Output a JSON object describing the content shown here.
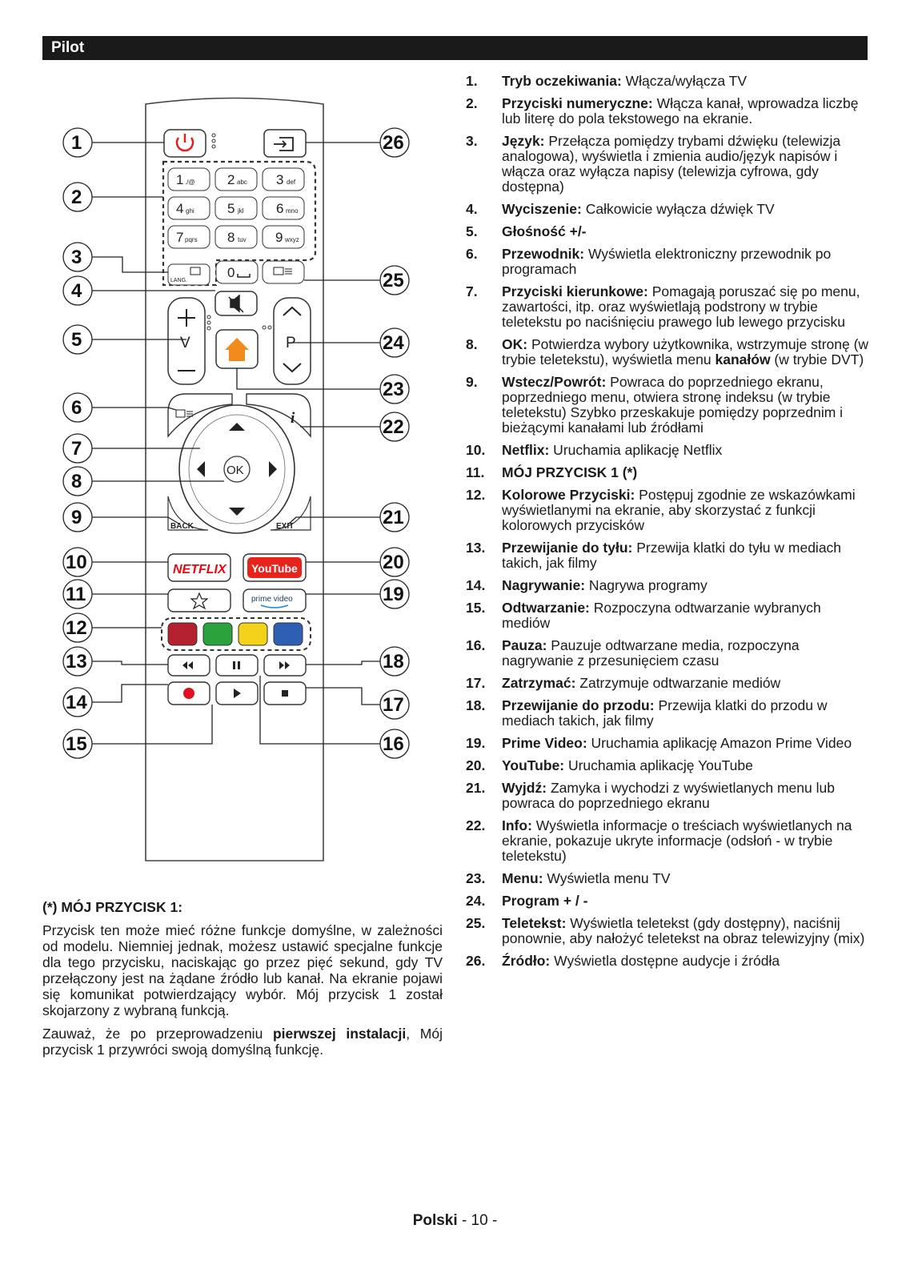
{
  "header": {
    "title": "Pilot"
  },
  "remote": {
    "callouts_left": [
      "1",
      "2",
      "3",
      "4",
      "5",
      "6",
      "7",
      "8",
      "9",
      "10",
      "11",
      "12",
      "13",
      "14",
      "15"
    ],
    "callouts_right": [
      "26",
      "25",
      "24",
      "23",
      "22",
      "21",
      "20",
      "19",
      "18",
      "17",
      "16"
    ],
    "keys": {
      "k1": "1",
      "k1s": "./@",
      "k2": "2",
      "k2s": "abc",
      "k3": "3",
      "k3s": "def",
      "k4": "4",
      "k4s": "ghi",
      "k5": "5",
      "k5s": "jkl",
      "k6": "6",
      "k6s": "mno",
      "k7": "7",
      "k7s": "pqrs",
      "k8": "8",
      "k8s": "tuv",
      "k9": "9",
      "k9s": "wxyz",
      "k0": "0",
      "lang": "LANG.",
      "vol_v": "V",
      "prog_p": "P",
      "ok": "OK",
      "back": "BACK",
      "exit": "EXIT",
      "netflix": "NETFLIX",
      "youtube": "YouTube",
      "prime": "prime video",
      "info": "i"
    },
    "colors": {
      "red": "#b5202e",
      "green": "#2ca23c",
      "yellow": "#f2d21b",
      "blue": "#2f5fb5",
      "power": "#e02020",
      "home": "#f28a1c",
      "record": "#e01020",
      "youtube": "#e8231c",
      "netflix": "#e50914"
    }
  },
  "items": [
    {
      "n": "1.",
      "title": "Tryb oczekiwania:",
      "text": " Włącza/wyłącza TV"
    },
    {
      "n": "2.",
      "title": "Przyciski numeryczne:",
      "text": " Włącza kanał, wprowadza liczbę lub literę do pola tekstowego na ekranie."
    },
    {
      "n": "3.",
      "title": "Język:",
      "text": " Przełącza pomiędzy trybami dźwięku (telewizja analogowa), wyświetla i zmienia audio/język napisów i włącza oraz wyłącza napisy (telewizja cyfrowa, gdy dostępna)"
    },
    {
      "n": "4.",
      "title": "Wyciszenie:",
      "text": " Całkowicie wyłącza dźwięk TV"
    },
    {
      "n": "5.",
      "title": "Głośność +/-",
      "text": ""
    },
    {
      "n": "6.",
      "title": "Przewodnik:",
      "text": " Wyświetla elektroniczny przewodnik po programach"
    },
    {
      "n": "7.",
      "title": "Przyciski kierunkowe:",
      "text": " Pomagają poruszać się po menu, zawartości, itp. oraz wyświetlają podstrony w trybie teletekstu po naciśnięciu prawego lub lewego przycisku"
    },
    {
      "n": "8.",
      "title": "OK:",
      "text": " Potwierdza wybory użytkownika, wstrzymuje stronę (w trybie teletekstu), wyświetla menu ",
      "title2": "kanałów",
      "text2": " (w trybie DVT)"
    },
    {
      "n": "9.",
      "title": "Wstecz/Powrót:",
      "text": " Powraca do poprzedniego ekranu, poprzedniego menu, otwiera stronę indeksu (w trybie teletekstu) Szybko przeskakuje pomiędzy poprzednim i bieżącymi kanałami lub źródłami"
    },
    {
      "n": "10.",
      "title": "Netflix:",
      "text": " Uruchamia aplikację Netflix"
    },
    {
      "n": "11.",
      "title": "MÓJ PRZYCISK 1 (*)",
      "text": ""
    },
    {
      "n": "12.",
      "title": "Kolorowe Przyciski:",
      "text": " Postępuj zgodnie ze wskazówkami wyświetlanymi na ekranie, aby skorzystać z funkcji kolorowych przycisków"
    },
    {
      "n": "13.",
      "title": "Przewijanie do tyłu:",
      "text": " Przewija klatki do tyłu w mediach takich, jak filmy"
    },
    {
      "n": "14.",
      "title": "Nagrywanie:",
      "text": " Nagrywa programy"
    },
    {
      "n": "15.",
      "title": "Odtwarzanie:",
      "text": " Rozpoczyna odtwarzanie wybranych mediów"
    },
    {
      "n": "16.",
      "title": "Pauza:",
      "text": " Pauzuje odtwarzane media, rozpoczyna nagrywanie z przesunięciem czasu"
    },
    {
      "n": "17.",
      "title": "Zatrzymać:",
      "text": " Zatrzymuje odtwarzanie mediów"
    },
    {
      "n": "18.",
      "title": "Przewijanie do przodu:",
      "text": " Przewija klatki do przodu w mediach takich, jak filmy"
    },
    {
      "n": "19.",
      "title": "Prime Video:",
      "text": " Uruchamia aplikację Amazon Prime Video"
    },
    {
      "n": "20.",
      "title": "YouTube:",
      "text": " Uruchamia aplikację YouTube"
    },
    {
      "n": "21.",
      "title": "Wyjdź:",
      "text": " Zamyka i wychodzi z wyświetlanych menu lub powraca do poprzedniego ekranu"
    },
    {
      "n": "22.",
      "title": "Info:",
      "text": " Wyświetla informacje o treściach wyświetlanych na ekranie, pokazuje ukryte informacje (odsłoń - w trybie teletekstu)"
    },
    {
      "n": "23.",
      "title": "Menu:",
      "text": " Wyświetla menu TV"
    },
    {
      "n": "24.",
      "title": "Program + / -",
      "text": ""
    },
    {
      "n": "25.",
      "title": "Teletekst:",
      "text": " Wyświetla teletekst (gdy dostępny), naciśnij ponownie, aby nałożyć teletekst na obraz telewizyjny (mix)"
    },
    {
      "n": "26.",
      "title": "Źródło:",
      "text": " Wyświetla dostępne audycje i źródła"
    }
  ],
  "note": {
    "title": "(*) MÓJ PRZYCISK 1:",
    "p1": "Przycisk ten może mieć różne funkcje domyślne, w zależności od modelu. Niemniej jednak, możesz ustawić specjalne funkcje dla tego przycisku, naciskając go przez pięć sekund, gdy TV przełączony jest na żądane źródło lub kanał. Na ekranie pojawi się komunikat potwierdzający wybór. Mój przycisk 1 został skojarzony z wybraną funkcją.",
    "p2a": "Zauważ, że po przeprowadzeniu ",
    "p2b": "pierwszej instalacji",
    "p2c": ", Mój przycisk 1 przywróci swoją domyślną funkcję."
  },
  "footer": {
    "lang": "Polski",
    "page": " - 10 -"
  }
}
